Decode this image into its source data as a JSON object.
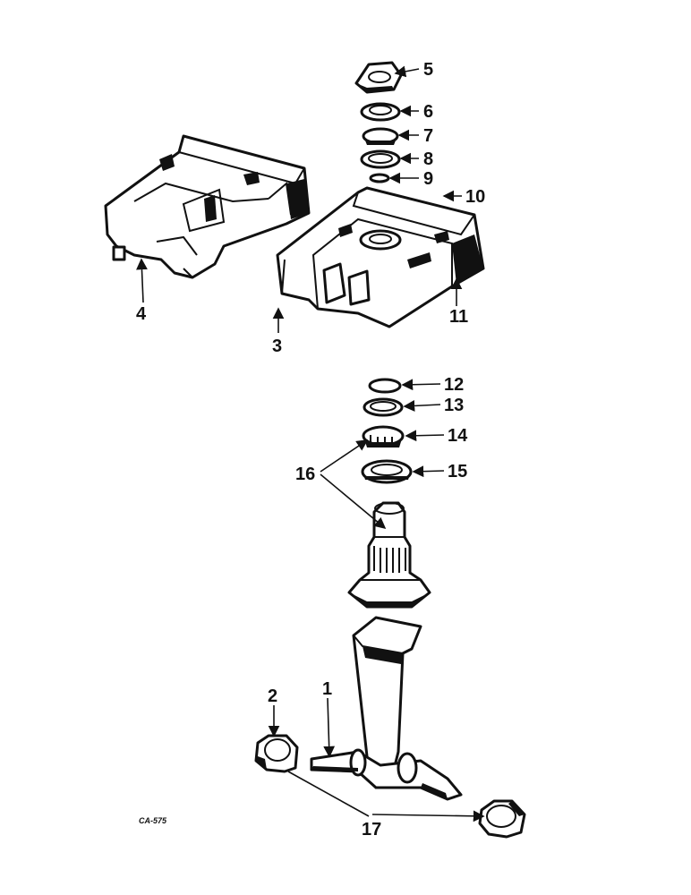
{
  "diagram": {
    "labels": {
      "l1": "1",
      "l2": "2",
      "l3": "3",
      "l4": "4",
      "l5": "5",
      "l6": "6",
      "l7": "7",
      "l8": "8",
      "l9": "9",
      "l10": "10",
      "l11": "11",
      "l12": "12",
      "l13": "13",
      "l14": "14",
      "l15": "15",
      "l16": "16",
      "l17": "17"
    },
    "drawing_code": "CA-575"
  }
}
